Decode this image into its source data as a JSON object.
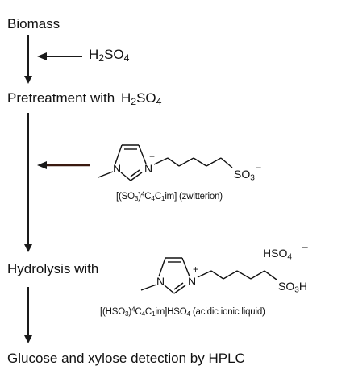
{
  "steps": {
    "biomass": "Biomass",
    "pretreatment": "Pretreatment with",
    "hydrolysis": "Hydrolysis with",
    "detection": "Glucose and xylose detection by HPLC"
  },
  "reagents": {
    "h2so4_main": "H",
    "h2so4_sub2": "2",
    "h2so4_mid": "SO",
    "h2so4_sub4": "4"
  },
  "structures": {
    "zwitterion": {
      "label_prefix": "[(SO",
      "label_sub3": "3",
      "label_close": ")",
      "label_sup4": "4",
      "label_c": "C",
      "label_sub_c4": "4",
      "label_c2": "C",
      "label_sub_c1": "1",
      "label_tail": "im] (zwitterion)",
      "n_left": "N",
      "n_right": "N",
      "plus": "+",
      "so3": "SO",
      "so3_sub": "3",
      "minus": "–"
    },
    "acidic": {
      "label_prefix": "[(HSO",
      "label_sub3": "3",
      "label_close": ")",
      "label_sup4": "4",
      "label_c": "C",
      "label_sub_c4": "4",
      "label_c2": "C",
      "label_sub_c1": "1",
      "label_mid": "im]HSO",
      "label_sub_hso4": "4",
      "label_tail": " (acidic ionic liquid)",
      "n_left": "N",
      "n_right": "N",
      "plus": "+",
      "so3h": "SO",
      "so3h_sub": "3",
      "so3h_h": "H",
      "anion": "HSO",
      "anion_sub": "4",
      "minus": "–"
    }
  },
  "colors": {
    "text": "#111111",
    "arrow": "#1a1a1a",
    "reagent_arrow": "#5a2a1a"
  }
}
